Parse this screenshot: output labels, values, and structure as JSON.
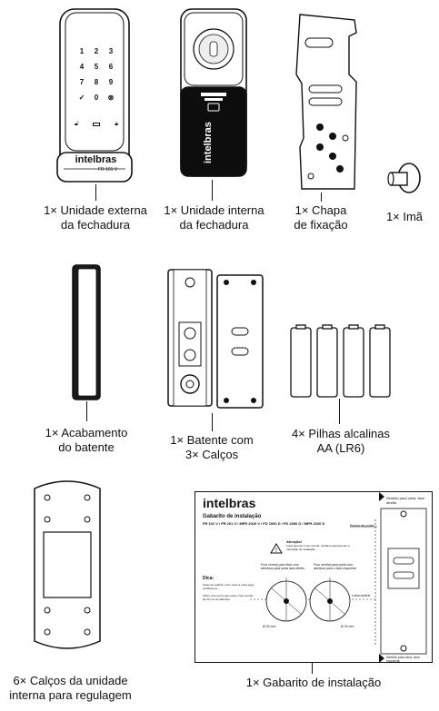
{
  "items": [
    {
      "line1": "1× Unidade externa",
      "line2": "da fechadura"
    },
    {
      "line1": "1× Unidade interna",
      "line2": "da fechadura"
    },
    {
      "line1": "1× Chapa",
      "line2": "de fixação"
    },
    {
      "line1": "1× Imã",
      "line2": ""
    },
    {
      "line1": "1× Acabamento",
      "line2": "do batente"
    },
    {
      "line1": "1× Batente com",
      "line2": "3× Calços"
    },
    {
      "line1": "4× Pilhas alcalinas",
      "line2": "AA (LR6)"
    },
    {
      "line1": "6× Calços da unidade",
      "line2": "interna para regulagem"
    },
    {
      "line1": "1× Gabarito de instalação",
      "line2": ""
    }
  ],
  "keypad": {
    "keys": [
      "1",
      "2",
      "3",
      "4",
      "5",
      "6",
      "7",
      "8",
      "9",
      "✓",
      "0",
      "⊗"
    ],
    "brand": "intelbras",
    "model": "FR 101 V"
  },
  "inner_unit": {
    "brand": "intelbras"
  },
  "template": {
    "brand": "intelbras",
    "title": "Gabarito de instalação",
    "models": "FR 101 V / FR 201 V / MFR 2020 V / FD 1000 D / FD 2000 D / MFR 2020 D",
    "top_right": "Sentido para cima, face direita",
    "porta_label": "Borda da porta",
    "attention": "Atenção!",
    "attention_note": "Furar apenas 1 furo central. Verifique atentamente a marcação de instalação.",
    "left_box": "Furo central para fixar com abertura para porta lado direito",
    "right_box": "Furo central para porta com abertura para o lado esquerdo",
    "dica": "Dica:",
    "tips": [
      "Antes de realizar o furo rente à outra peça, certifique-se...",
      "Utilize uma serra copo para o furo central de 32 mm de diâmetro."
    ],
    "linha_central": "Linha central",
    "bottom_right": "Sentido para cima, face esquerda",
    "dim_left": "Ø 32 mm",
    "dim_right": "Ø 32 mm"
  }
}
